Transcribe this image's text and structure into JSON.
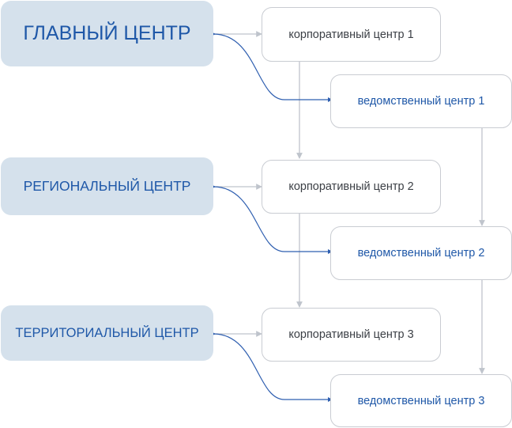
{
  "levels": {
    "main": "ГЛАВНЫЙ ЦЕНТР",
    "regional": "РЕГИОНАЛЬНЫЙ ЦЕНТР",
    "territorial": "ТЕРРИТОРИАЛЬНЫЙ ЦЕНТР"
  },
  "corporate": [
    "корпоративный центр 1",
    "корпоративный центр 2",
    "корпоративный центр 3"
  ],
  "departmental": [
    "ведомственный центр 1",
    "ведомственный центр 2",
    "ведомственный центр 3"
  ],
  "colors": {
    "level_fill": "#d5e1ec",
    "level_text": "#1f58a8",
    "blue_link": "#2f5fb0",
    "gray_link": "#bfc4cc"
  }
}
